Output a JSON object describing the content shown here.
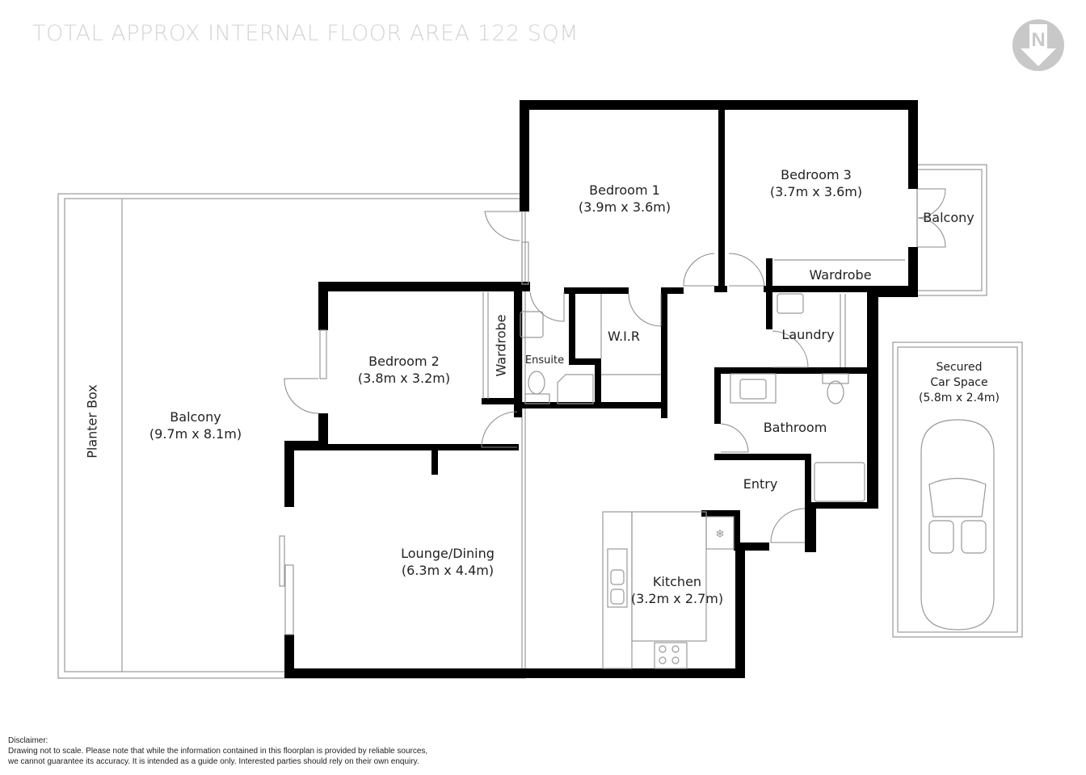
{
  "header": {
    "title": "TOTAL APPROX INTERNAL FLOOR AREA  122 SQM",
    "north_indicator": "N"
  },
  "rooms": {
    "bedroom1": {
      "name": "Bedroom 1",
      "size": "(3.9m x 3.6m)"
    },
    "bedroom2": {
      "name": "Bedroom 2",
      "size": "(3.8m x 3.2m)"
    },
    "bedroom3": {
      "name": "Bedroom 3",
      "size": "(3.7m x 3.6m)"
    },
    "balcony_main": {
      "name": "Balcony",
      "size": "(9.7m x 8.1m)"
    },
    "balcony_small": {
      "name": "Balcony"
    },
    "planter_box": {
      "name": "Planter Box"
    },
    "wardrobe_b2": {
      "name": "Wardrobe"
    },
    "wardrobe_b3": {
      "name": "Wardrobe"
    },
    "ensuite": {
      "name": "Ensuite"
    },
    "wir": {
      "name": "W.I.R"
    },
    "laundry": {
      "name": "Laundry"
    },
    "bathroom": {
      "name": "Bathroom"
    },
    "entry": {
      "name": "Entry"
    },
    "lounge": {
      "name": "Lounge/Dining",
      "size": "(6.3m x 4.4m)"
    },
    "kitchen": {
      "name": "Kitchen",
      "size": "(3.2m x 2.7m)"
    },
    "car_space": {
      "line1": "Secured",
      "line2": "Car Space",
      "size": "(5.8m x 2.4m)"
    }
  },
  "disclaimer": {
    "heading": "Disclaimer:",
    "line1": "Drawing not to scale. Please note that while the information contained in this floorplan is provided by reliable sources,",
    "line2": "we cannot guarantee its accuracy. It is intended as a guide only. Interested parties should rely on their  own enquiry."
  },
  "colors": {
    "wall": "#000000",
    "fixture": "#8a8a8a",
    "title": "#d4d4d4",
    "north": "#c8c8c8"
  }
}
